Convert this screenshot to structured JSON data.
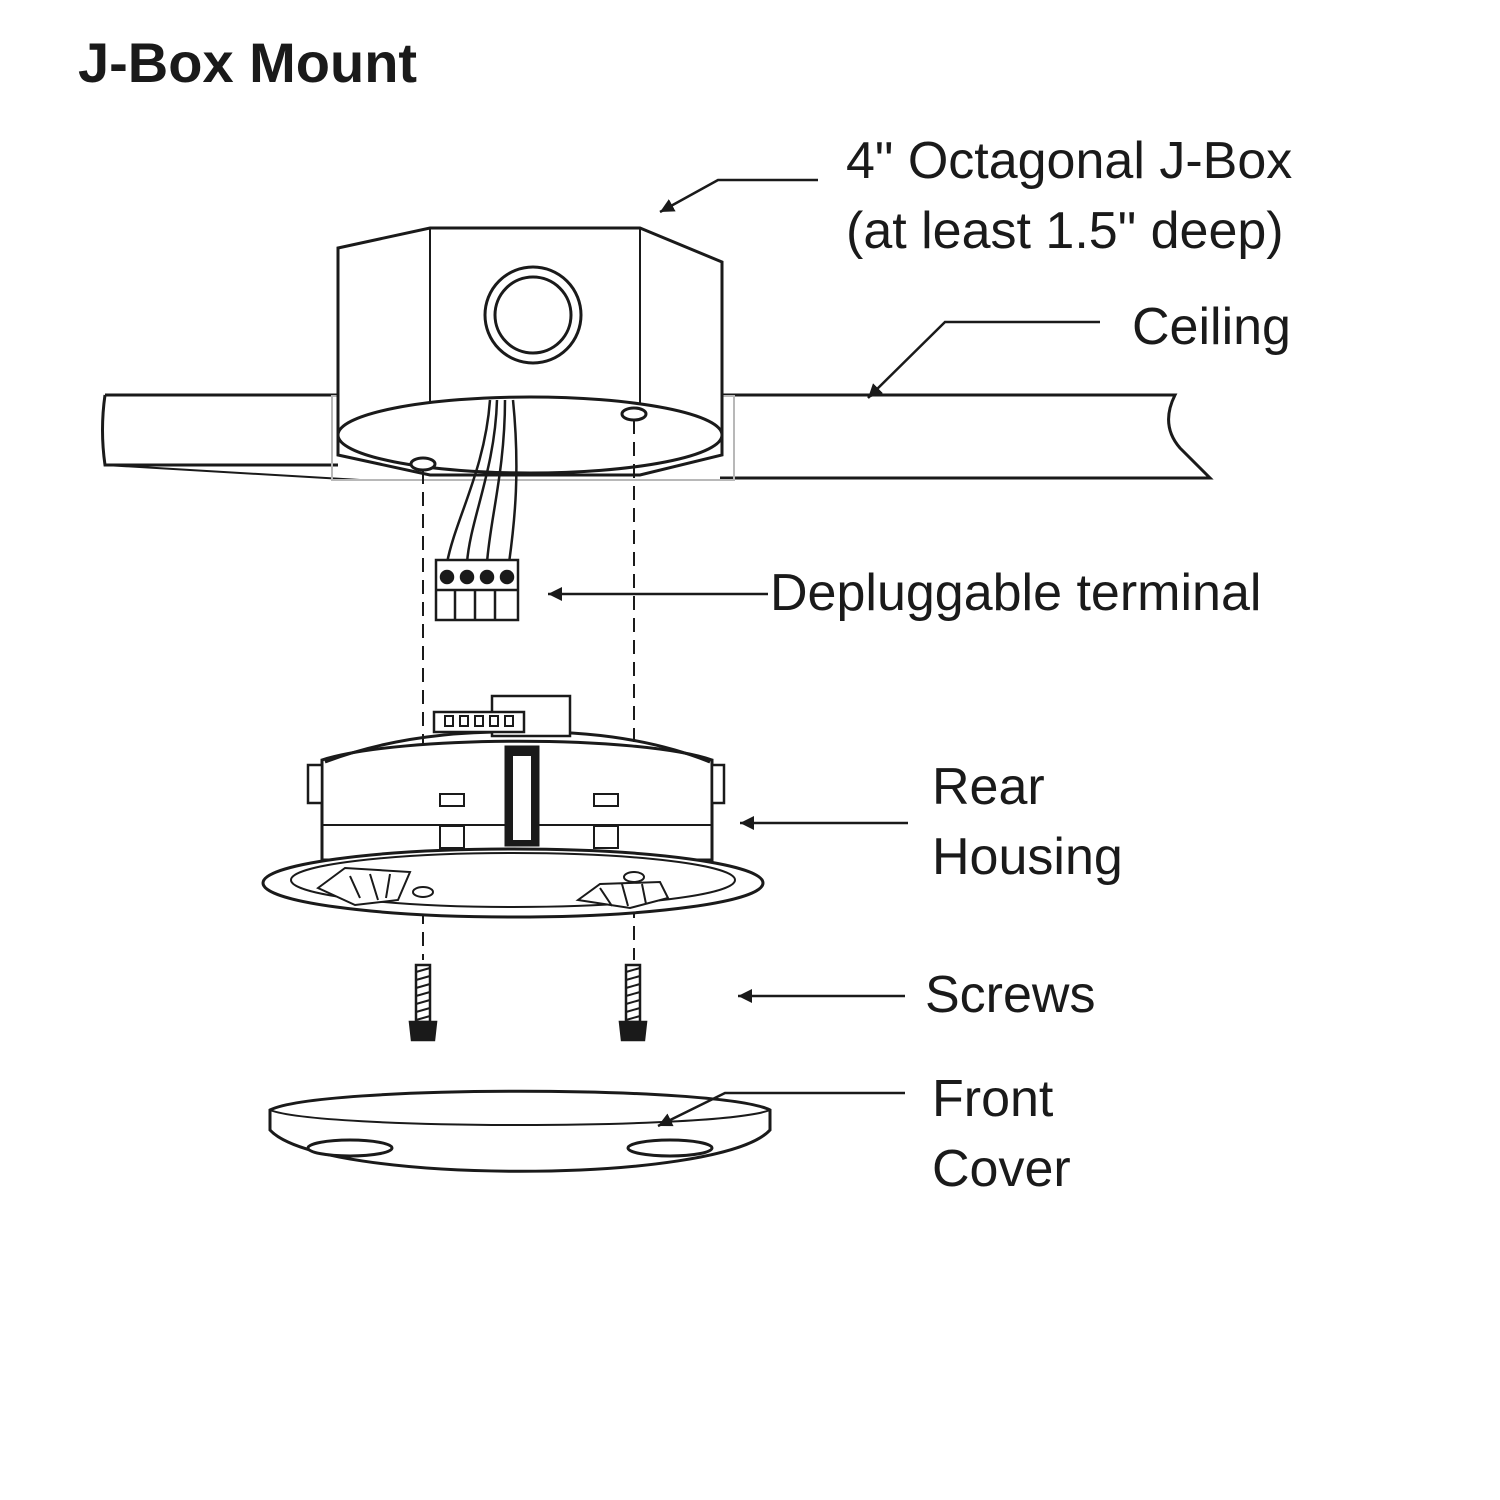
{
  "title": "J-Box Mount",
  "labels": {
    "jbox": {
      "line1": "4\" Octagonal J-Box",
      "line2": "(at least 1.5\" deep)"
    },
    "ceiling": "Ceiling",
    "terminal": "Depluggable terminal",
    "rear_housing": {
      "line1": "Rear",
      "line2": "Housing"
    },
    "screws": "Screws",
    "front_cover": {
      "line1": "Front",
      "line2": "Cover"
    }
  },
  "colors": {
    "line": "#1a1a1a",
    "background": "#ffffff",
    "ceiling_edge": "#b8b8b8"
  }
}
